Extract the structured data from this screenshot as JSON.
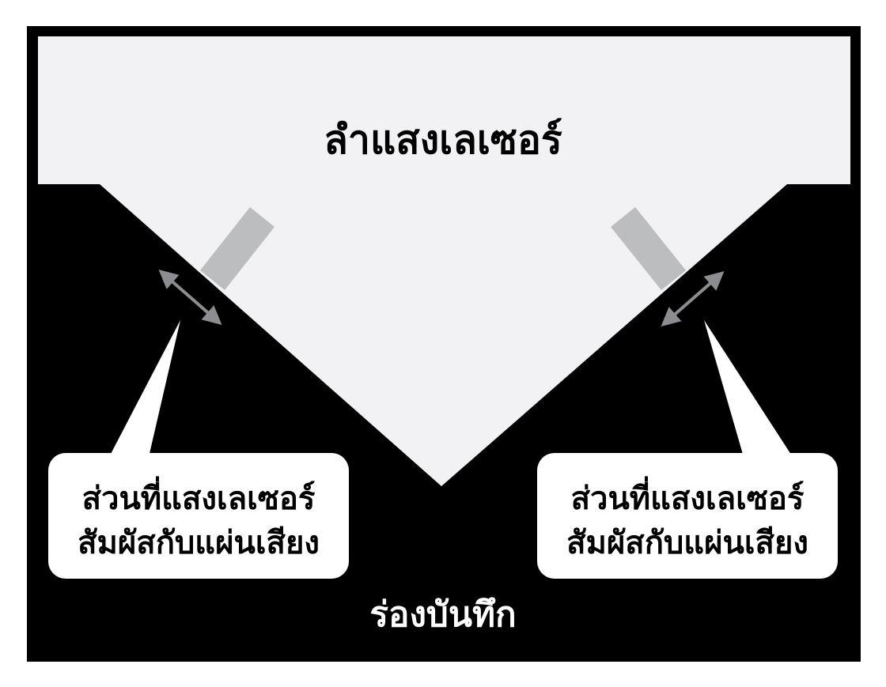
{
  "diagram": {
    "beam_label": "ลำแสงเลเซอร์",
    "groove_label": "ร่องบันทึก",
    "callout_left": {
      "line1": "ส่วนที่แสงเลเซอร์",
      "line2": "สัมผัสกับแผ่นเสียง"
    },
    "callout_right": {
      "line1": "ส่วนที่แสงเลเซอร์",
      "line2": "สัมผัสกับแผ่นเสียง"
    }
  },
  "colors": {
    "frame": "#000000",
    "beam": "#f2f2f4",
    "marker": "#bcbdbf",
    "arrow": "#8c8d90",
    "callout_bg": "#ffffff"
  }
}
